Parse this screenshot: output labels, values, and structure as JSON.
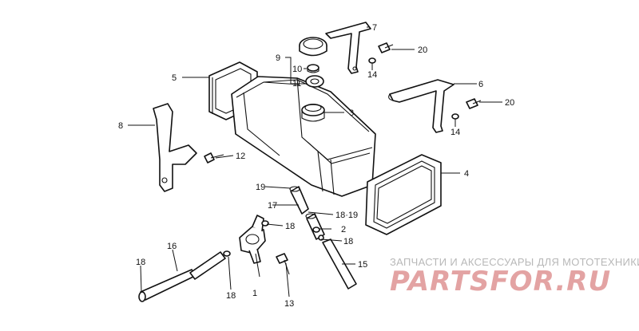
{
  "diagram": {
    "callouts": {
      "c1": "1",
      "c2": "2",
      "c3": "3",
      "c4": "4",
      "c5": "5",
      "c6": "6",
      "c7": "7",
      "c8": "8",
      "c9": "9",
      "c10": "10",
      "c11": "11",
      "c12": "12",
      "c13": "13",
      "c14a": "14",
      "c14b": "14",
      "c15": "15",
      "c16": "16",
      "c17": "17",
      "c18a": "18",
      "c18b": "18",
      "c18c": "18",
      "c18d": "18",
      "c1819": "18·19",
      "c19": "19",
      "c20a": "20",
      "c20b": "20"
    }
  },
  "watermark": {
    "caption": "ЗАПЧАСТИ И АКСЕССУАРЫ ДЛЯ МОТОТЕХНИКИ",
    "logo": "PARTSFOR.RU"
  }
}
